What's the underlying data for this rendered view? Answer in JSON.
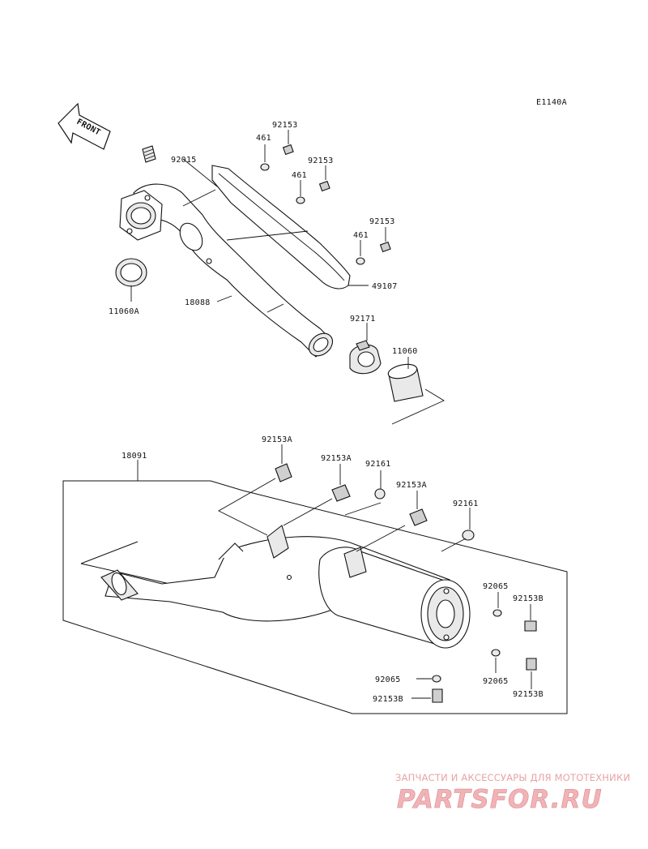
{
  "diagram_id": "E1140A",
  "front_label": "FRONT",
  "parts": {
    "p92015": "92015",
    "p11060A": "11060A",
    "p18088": "18088",
    "p461a": "461",
    "p461b": "461",
    "p461c": "461",
    "p92153a": "92153",
    "p92153b": "92153",
    "p92153c": "92153",
    "p49107": "49107",
    "p92171": "92171",
    "p11060": "11060",
    "p18091": "18091",
    "p92153Aa": "92153A",
    "p92153Ab": "92153A",
    "p92153Ac": "92153A",
    "p92161a": "92161",
    "p92161b": "92161",
    "p92065a": "92065",
    "p92065b": "92065",
    "p92065c": "92065",
    "p92153Ba": "92153B",
    "p92153Bb": "92153B",
    "p92153Bc": "92153B"
  },
  "watermark": {
    "tagline": "ЗАПЧАСТИ И АКСЕССУАРЫ ДЛЯ МОТОТЕХНИКИ",
    "logo": "PARTSFOR.RU"
  },
  "colors": {
    "line": "#111111",
    "watermark": "#f2b3b6"
  }
}
